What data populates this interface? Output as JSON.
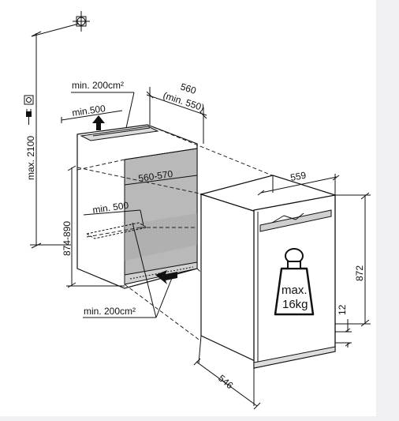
{
  "labels": {
    "min_200cm2_top": "min. 200cm²",
    "min_200cm2_bottom": "min. 200cm²",
    "min_500_top": "min.500",
    "min_500_inner": "min. 500",
    "depth_560": "560",
    "depth_min_550": "(min. 550)",
    "width_560_570": "560-570",
    "height_874_890": "874-890",
    "max_2100": "max. 2100",
    "width_559": "559",
    "height_872": "872",
    "gap_12": "12",
    "depth_546": "546",
    "weight_max": "max.",
    "weight_16kg": "16kg"
  },
  "icons": {
    "socket": "power-socket-icon",
    "weight": "weight-icon",
    "crosshair": "crosshair-icon"
  }
}
